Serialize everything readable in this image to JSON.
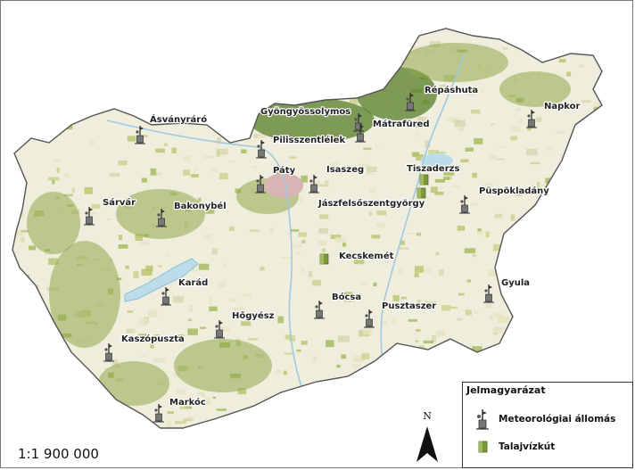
{
  "scale": "1:1 900 000",
  "north_letter": "N",
  "legend": {
    "title": "Jelmagyarázat",
    "items": [
      {
        "label": "Meteorológiai állomás",
        "symbol": "weather-station-icon"
      },
      {
        "label": "Talajvízkút",
        "symbol": "groundwater-well-icon"
      }
    ]
  },
  "stations": [
    {
      "name": "Ásványráró"
    },
    {
      "name": "Répáshuta"
    },
    {
      "name": "Gyöngyössolymos"
    },
    {
      "name": "Mátrafüred"
    },
    {
      "name": "Napkor"
    },
    {
      "name": "Pilisszentlélek"
    },
    {
      "name": "Páty"
    },
    {
      "name": "Isaszeg"
    },
    {
      "name": "Sárvár"
    },
    {
      "name": "Bakonybél"
    },
    {
      "name": "Karád"
    },
    {
      "name": "Hőgyész"
    },
    {
      "name": "Kaszópuszta"
    },
    {
      "name": "Markóc"
    },
    {
      "name": "Bócsa"
    },
    {
      "name": "Pusztaszer"
    },
    {
      "name": "Gyula"
    },
    {
      "name": "Püspökladány"
    }
  ],
  "wells": [
    {
      "name": "Tiszaderzs"
    },
    {
      "name": "Jászfelsőszentgyörgy"
    },
    {
      "name": "Kecskemét"
    }
  ],
  "colors": {
    "land": "#efeedd",
    "agri": "#e3e2bf",
    "forest": "#8fa84a",
    "dark_forest": "#587d2a",
    "water": "#bcdcea",
    "urban": "#d8b4b4",
    "border": "#555555"
  }
}
